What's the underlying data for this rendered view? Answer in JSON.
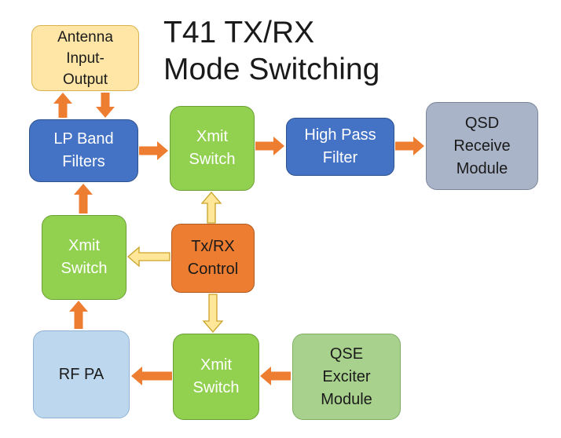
{
  "title": {
    "line1": "T41 TX/RX",
    "line2": "Mode Switching"
  },
  "nodes": {
    "antenna": {
      "lines": [
        "Antenna",
        "Input-",
        "Output"
      ]
    },
    "lp_band_filters": {
      "lines": [
        "LP Band",
        "Filters"
      ]
    },
    "xmit_switch_top": {
      "lines": [
        "Xmit",
        "Switch"
      ]
    },
    "high_pass_filter": {
      "lines": [
        "High Pass",
        "Filter"
      ]
    },
    "qsd": {
      "lines": [
        "QSD",
        "Receive",
        "Module"
      ]
    },
    "xmit_switch_mid": {
      "lines": [
        "Xmit",
        "Switch"
      ]
    },
    "txrx_control": {
      "lines": [
        "Tx/RX",
        "Control"
      ]
    },
    "rf_pa": {
      "lines": [
        "RF PA"
      ]
    },
    "xmit_switch_bottom": {
      "lines": [
        "Xmit",
        "Switch"
      ]
    },
    "qse": {
      "lines": [
        "QSE",
        "Exciter",
        "Module"
      ]
    }
  },
  "colors": {
    "signal_arrow": "#ed7d31",
    "control_arrow": "#ffe699",
    "control_arrow_outline": "#c9a227"
  }
}
